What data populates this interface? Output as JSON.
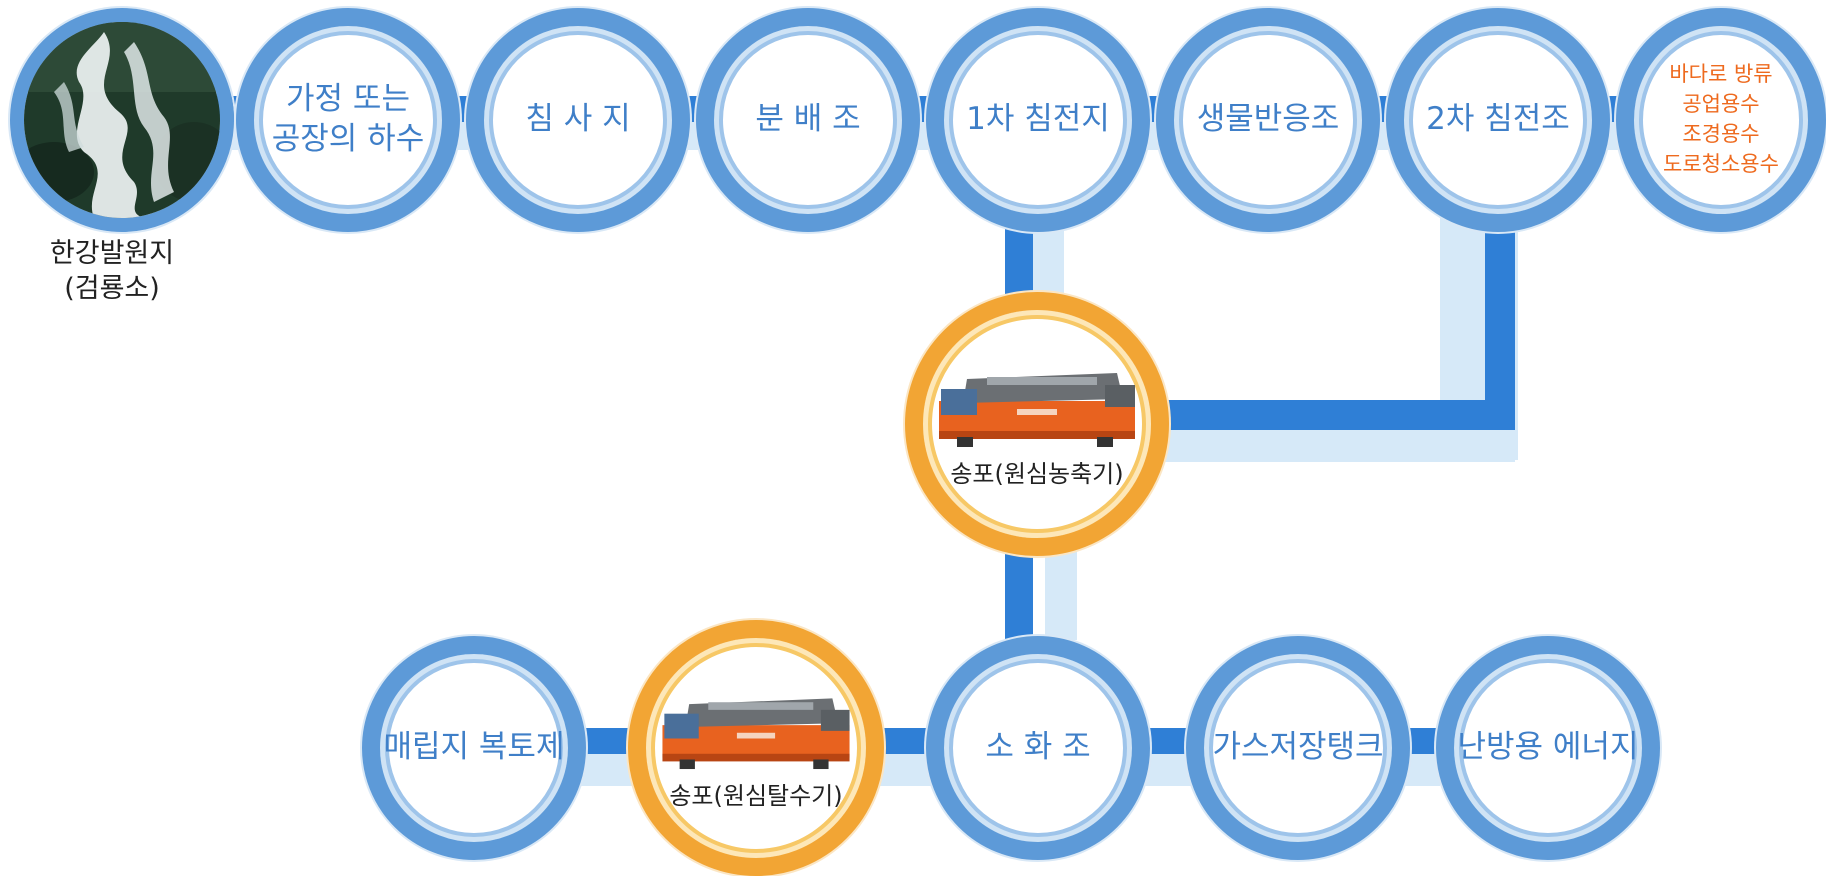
{
  "nodes": {
    "source": {
      "caption_line1": "한강발원지",
      "caption_line2": "(검룡소)"
    },
    "household": "가정 또는\n공장의 하수",
    "grit": "침 사 지",
    "distribution": "분 배 조",
    "primary": "1차 침전지",
    "bioreactor": "생물반응조",
    "secondary": "2차 침전조",
    "discharge": "바다로 방류\n공업용수\n조경용수\n도로청소용수",
    "thickener": "송포(원심농축기)",
    "digester": "소 화 조",
    "gas_tank": "가스저장탱크",
    "heating": "난방용 에너지",
    "dewaterer": "송포(원심탈수기)",
    "landfill": "매립지 복토제"
  },
  "colors": {
    "pipe": "#2f7fd6",
    "pipe_light": "#d6e9f8",
    "ring_blue": "#5d9ad8",
    "ring_orange": "#f2a534",
    "text_blue": "#3f7fc8",
    "text_orange": "#ee6a1e"
  },
  "icons": {
    "source_photo": "waterfall-photo",
    "thickener_photo": "centrifuge-machine",
    "dewaterer_photo": "centrifuge-machine"
  }
}
